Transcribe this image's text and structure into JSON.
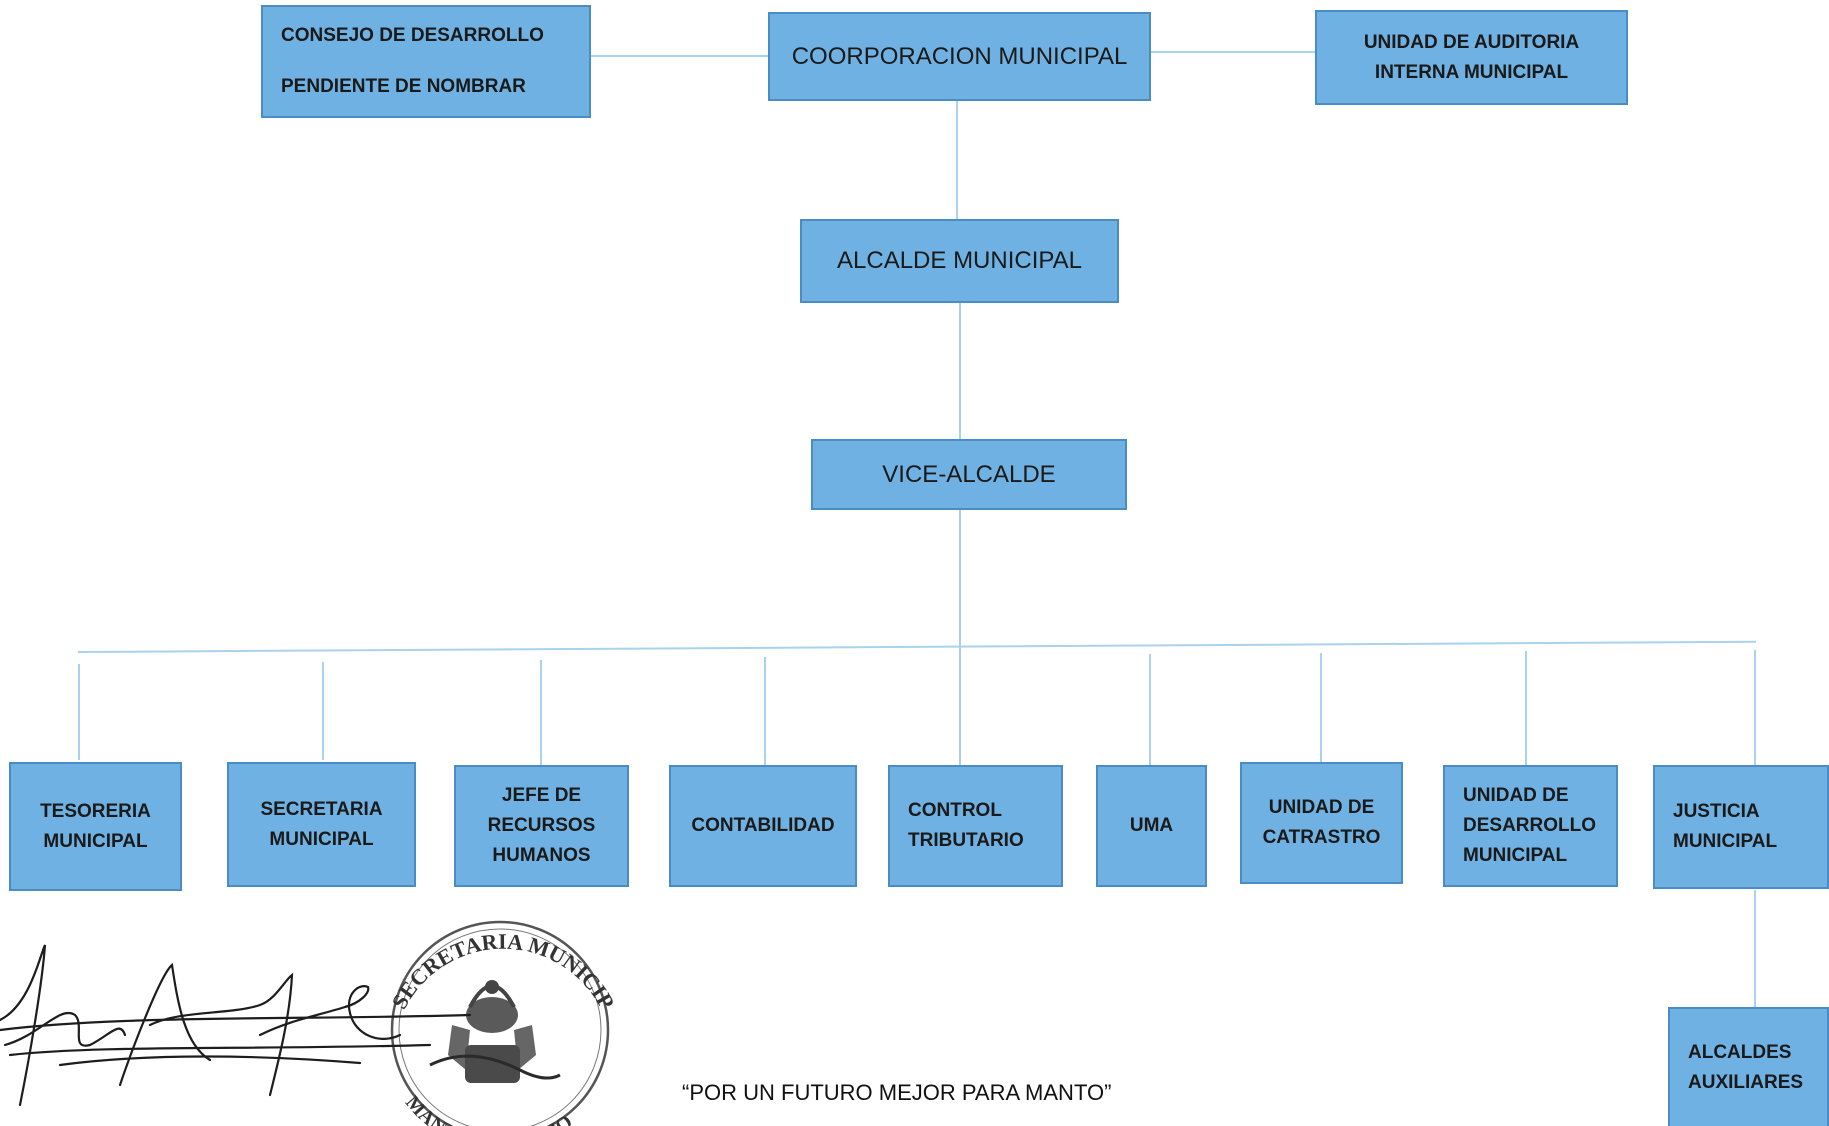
{
  "boxes": {
    "consejo": {
      "lines": [
        "CONSEJO DE DESARROLLO",
        "PENDIENTE DE NOMBRAR"
      ]
    },
    "coorporacion": {
      "lines": [
        "COORPORACION MUNICIPAL"
      ]
    },
    "auditoria": {
      "lines": [
        "UNIDAD DE AUDITORIA",
        "INTERNA MUNICIPAL"
      ]
    },
    "alcalde": {
      "lines": [
        "ALCALDE MUNICIPAL"
      ]
    },
    "vicealcalde": {
      "lines": [
        "VICE-ALCALDE"
      ]
    },
    "tesoreria": {
      "lines": [
        "TESORERIA",
        "MUNICIPAL"
      ]
    },
    "secretaria": {
      "lines": [
        "SECRETARIA",
        "MUNICIPAL"
      ]
    },
    "recursos": {
      "lines": [
        "JEFE DE",
        "RECURSOS",
        "HUMANOS"
      ]
    },
    "contabilidad": {
      "lines": [
        "CONTABILIDAD"
      ]
    },
    "control": {
      "lines": [
        "CONTROL",
        "TRIBUTARIO"
      ]
    },
    "uma": {
      "lines": [
        "UMA"
      ]
    },
    "catastro": {
      "lines": [
        "UNIDAD DE",
        "CATRASTRO"
      ]
    },
    "desarrollo": {
      "lines": [
        "UNIDAD DE",
        "DESARROLLO",
        "MUNICIPAL"
      ]
    },
    "justicia": {
      "lines": [
        "JUSTICIA",
        "MUNICIPAL"
      ]
    },
    "auxiliares": {
      "lines": [
        "ALCALDES",
        "AUXILIARES"
      ]
    }
  },
  "motto": "“POR UN FUTURO MEJOR PARA MANTO”",
  "seal": {
    "text_top": "SECRETARIA MUNICIPAL",
    "text_bottom": "MANTO, OLANCHO"
  },
  "colors": {
    "box_fill": "#6fb1e2",
    "box_border": "#4a8cc4",
    "connector": "#a9d2ec"
  }
}
